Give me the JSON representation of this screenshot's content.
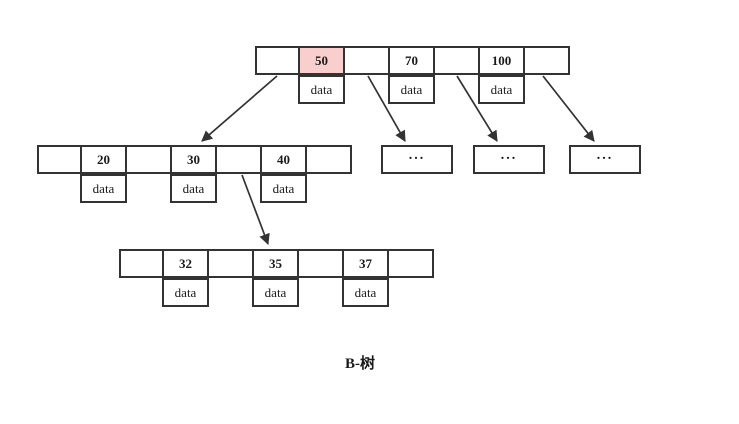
{
  "diagram": {
    "title": "B-树",
    "data_cell_label": "data",
    "ellipsis_label": "...",
    "nodes": {
      "root": {
        "keys": [
          "50",
          "70",
          "100"
        ],
        "highlighted_key": "50"
      },
      "internal_left": {
        "keys": [
          "20",
          "30",
          "40"
        ]
      },
      "leaf": {
        "keys": [
          "32",
          "35",
          "37"
        ]
      }
    },
    "colors": {
      "background": "#ffffff",
      "border": "#333333",
      "highlight_fill": "#f9cfce",
      "text": "#1a1a1a"
    }
  }
}
